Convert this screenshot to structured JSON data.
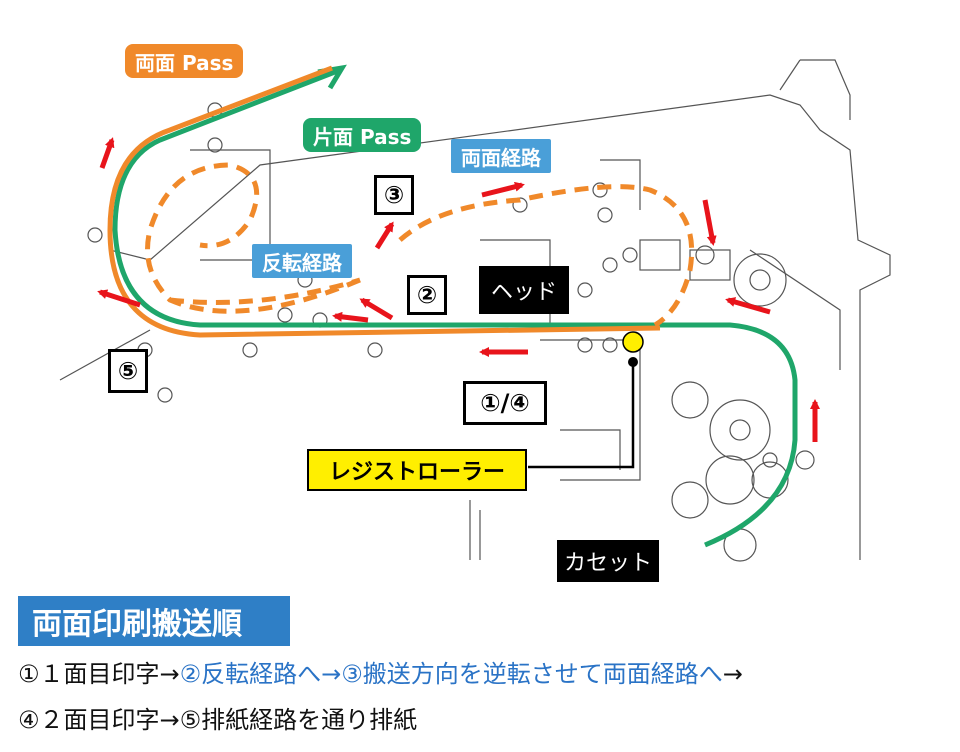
{
  "labels": {
    "duplex_pass": "両面 Pass",
    "simplex_pass": "片面 Pass",
    "duplex_route": "両面経路",
    "reverse_route": "反転経路",
    "head": "ヘッド",
    "registration_roller": "レジストローラー",
    "cassette": "カセット",
    "num_2": "②",
    "num_3": "③",
    "num_5": "⑤",
    "num_1_4": "①/④"
  },
  "colors": {
    "duplex": "#f0892a",
    "simplex": "#1fa66a",
    "route_blue": "#4a9fd8",
    "arrow": "#e8141b",
    "roller_yellow": "#ffef00",
    "title_blue": "#2f7fc6"
  },
  "sequence": {
    "title": "両面印刷搬送順",
    "line1": {
      "part1": "①１面目印字→",
      "part2": "②反転経路へ→③搬送方向を逆転させて両面経路へ",
      "part3": "→"
    },
    "line2": "④２面目印字→⑤排紙経路を通り排紙"
  }
}
